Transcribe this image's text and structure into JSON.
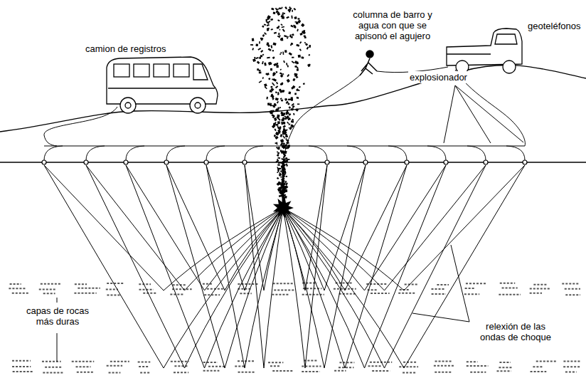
{
  "diagram": {
    "labels": [
      "columna de barro y agua con que se apisonó el agujero",
      "camion de registros",
      "geoteléfonos",
      "explosionador",
      "capas de rocas más duras",
      "relexión de las ondas de choque"
    ]
  }
}
